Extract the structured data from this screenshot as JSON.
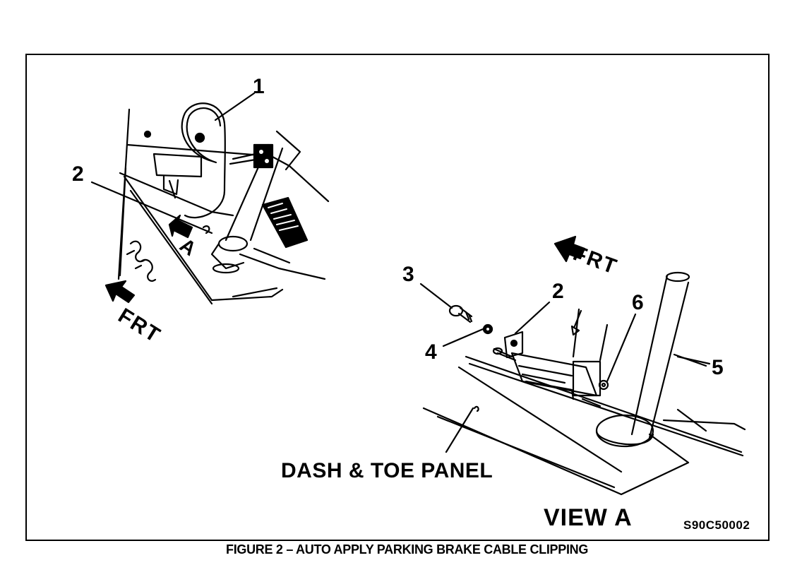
{
  "caption": "FIGURE 2 – AUTO APPLY PARKING BRAKE CABLE CLIPPING",
  "image_code": "S90C50002",
  "view_label": "VIEW A",
  "panel_label": "DASH & TOE PANEL",
  "arrow_A_label": "A",
  "frt_label": "FRT",
  "callouts": {
    "c1": "1",
    "c2_left": "2",
    "c2_right": "2",
    "c3": "3",
    "c4": "4",
    "c5": "5",
    "c6": "6"
  },
  "colors": {
    "ink": "#000000",
    "paper": "#ffffff"
  }
}
